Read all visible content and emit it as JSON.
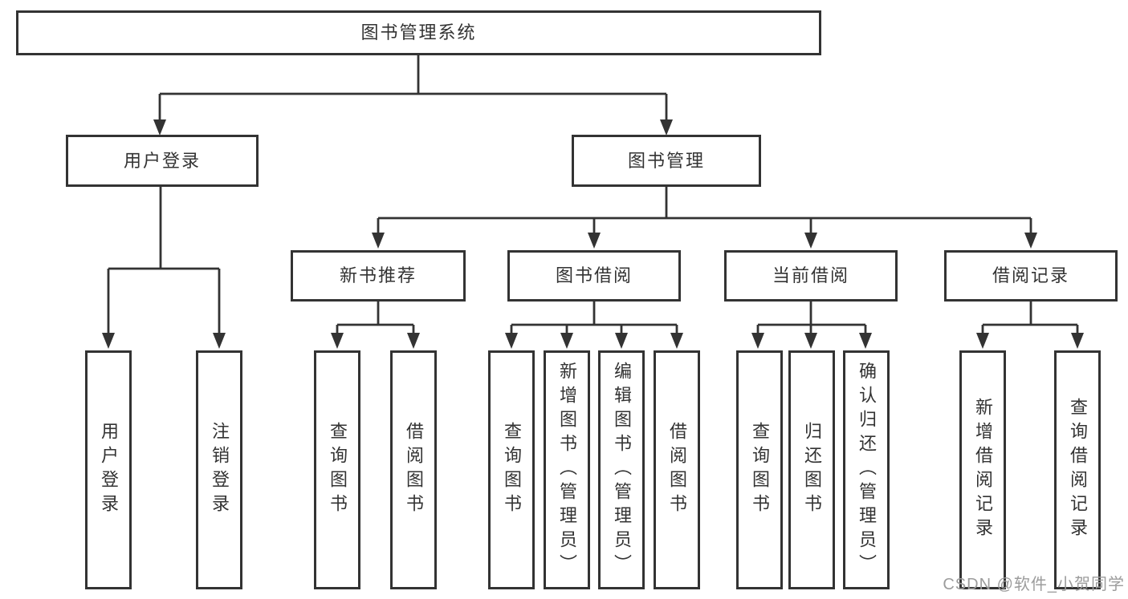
{
  "diagram": {
    "root": "图书管理系统",
    "level2": [
      "用户登录",
      "图书管理"
    ],
    "level3": [
      "新书推荐",
      "图书借阅",
      "当前借阅",
      "借阅记录"
    ],
    "leaves": {
      "user_login": [
        "用户登录",
        "注销登录"
      ],
      "new_books": [
        "查询图书",
        "借阅图书"
      ],
      "book_borrow": [
        "查询图书",
        "新增图书（管理员）",
        "编辑图书（管理员）",
        "借阅图书"
      ],
      "current_borrow": [
        "查询图书",
        "归还图书",
        "确认归还（管理员）"
      ],
      "borrow_records": [
        "新增借阅记录",
        "查询借阅记录"
      ]
    }
  },
  "watermark": "CSDN @软件_小贺同学",
  "colors": {
    "line": "#333333",
    "box_border": "#333333",
    "text": "#333333",
    "background": "#ffffff",
    "watermark": "#9c9c9c"
  }
}
